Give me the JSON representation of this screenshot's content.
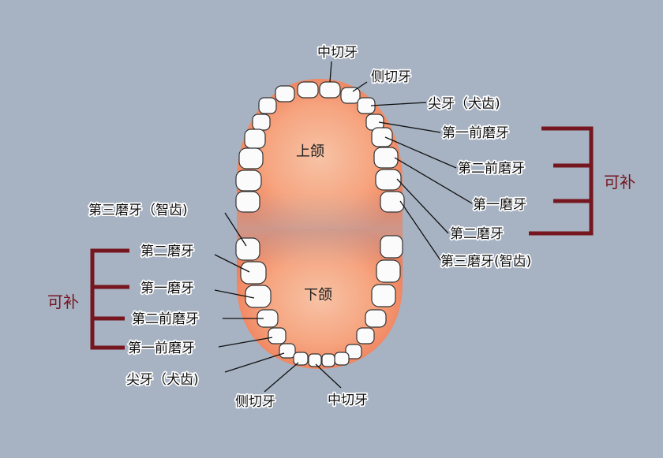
{
  "upper_jaw_label": "上颌",
  "lower_jaw_label": "下颌",
  "upper_labels": {
    "central_incisor": "中切牙",
    "lateral_incisor": "侧切牙",
    "canine": "尖牙（犬齿)",
    "first_premolar": "第一前磨牙",
    "second_premolar": "第二前磨牙",
    "first_molar": "第一磨牙",
    "second_molar": "第二磨牙",
    "third_molar": "第三磨牙(智齿)"
  },
  "lower_labels": {
    "third_molar": "第三磨牙（智齿)",
    "second_molar": "第二磨牙",
    "first_molar": "第一磨牙",
    "second_premolar": "第二前磨牙",
    "first_premolar": "第一前磨牙",
    "canine": "尖牙（犬齿)",
    "lateral_incisor": "侧切牙",
    "central_incisor": "中切牙"
  },
  "bracket_label": "可补",
  "colors": {
    "background": "#a7b3c3",
    "bracket": "#76161f",
    "gum": "#f4a27e"
  }
}
